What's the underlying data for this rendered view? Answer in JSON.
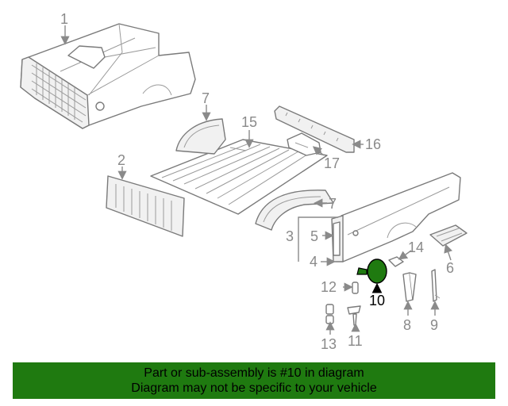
{
  "callouts": {
    "c1": "1",
    "c2": "2",
    "c3": "3",
    "c4": "4",
    "c5": "5",
    "c6": "6",
    "c7a": "7",
    "c7b": "7",
    "c8": "8",
    "c9": "9",
    "c10": "10",
    "c11": "11",
    "c12": "12",
    "c13": "13",
    "c14": "14",
    "c15": "15",
    "c16": "16",
    "c17": "17"
  },
  "highlight": {
    "part": "10",
    "color": "#1f7a10"
  },
  "banner": {
    "line1": "Part or sub-assembly is #10 in diagram",
    "line2": "Diagram may not be specific to your vehicle",
    "background": "#1f7a10"
  },
  "colors": {
    "linework": "#7a7a7a",
    "labels": "#8a8a8a"
  }
}
